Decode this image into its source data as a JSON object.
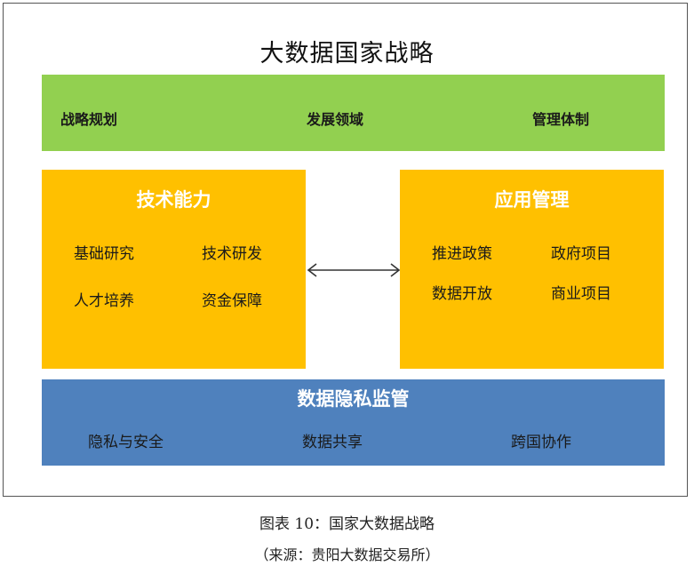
{
  "diagram": {
    "title": "大数据国家战略",
    "top_band": {
      "items": [
        "战略规划",
        "发展领域",
        "管理体制"
      ]
    },
    "left_box": {
      "title": "技术能力",
      "items": [
        "基础研究",
        "技术研发",
        "人才培养",
        "资金保障"
      ]
    },
    "right_box": {
      "title": "应用管理",
      "items": [
        "推进政策",
        "政府项目",
        "数据开放",
        "商业项目"
      ]
    },
    "bottom_band": {
      "title": "数据隐私监管",
      "items": [
        "隐私与安全",
        "数据共享",
        "跨国协作"
      ]
    },
    "colors": {
      "top_band": "#92d050",
      "boxes": "#ffc000",
      "bottom_band": "#4f81bd",
      "box_title_text": "#ffffff"
    }
  },
  "caption": {
    "figure": "图表 10：国家大数据战略",
    "source": "（来源：贵阳大数据交易所）"
  }
}
